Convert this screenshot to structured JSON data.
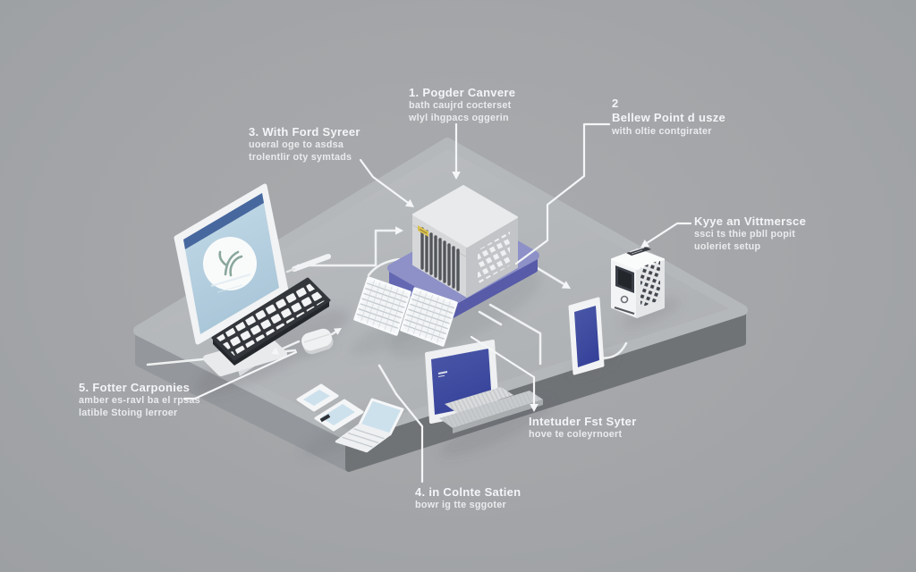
{
  "scene": {
    "description": "Isometric illustration of a computer hardware setup on a gray platform with numbered callout labels",
    "devices": [
      "desktop-monitor",
      "desktop-keyboard",
      "stylus-pen",
      "mouse-dongle",
      "server-tower",
      "server-base-pad",
      "grid-panel-left",
      "grid-panel-right",
      "smartphone",
      "terminal-box",
      "workstation-monitor",
      "tablet-small",
      "tablet-medium",
      "laptop"
    ]
  },
  "colors": {
    "background": "#a3a5a8",
    "platform_top": "#b5b8bb",
    "platform_side_left": "#94979b",
    "platform_side_right": "#707376",
    "accent_purple": "#8d91c7",
    "accent_purple_dark": "#575ba8",
    "screen_blue_dark": "#3b4a9f",
    "screen_blue_light": "#b7d2e2",
    "keyboard_dark": "#33363b",
    "wire_white": "#f3f5f6",
    "label_text": "#f3f5f7",
    "server_label_yellow": "#d9c153"
  },
  "callouts": {
    "c1": {
      "title": "1. Pogder Canvere",
      "line2": "bath caujrd cocterset",
      "line3": "wlyl ihgpacs oggerin"
    },
    "c2": {
      "number": "2",
      "title": "Bellew Point d usze",
      "line2": "with oltie contgirater"
    },
    "c3": {
      "title": "3. With Ford Syreer",
      "line2": "uoeral oge to asdsa",
      "line3": "trolentlir oty symtads"
    },
    "c4": {
      "title": "4. in Colnte Satien",
      "line2": "bowr ig tte sggoter"
    },
    "c5": {
      "title": "5. Fotter Carponies",
      "line2": "amber es-ravl ba el rpsas",
      "line3": "latible Stoing lerroer"
    },
    "kyye": {
      "title": "Kyye an Vittmersce",
      "line2": "ssci ts thie pbll popit",
      "line3": "uoleriet setup"
    },
    "intetuder": {
      "title": "Intetuder Fst Syter",
      "line2": "hove te coleyrnoert"
    }
  }
}
